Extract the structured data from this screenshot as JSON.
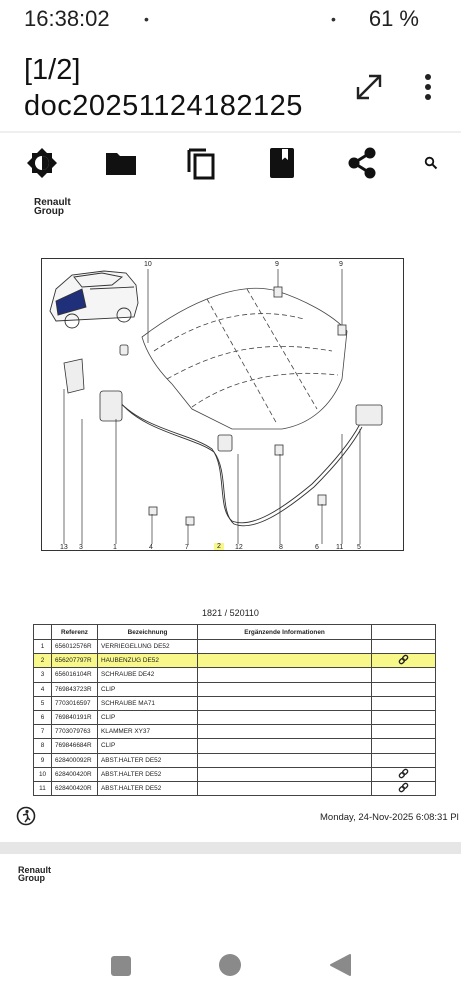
{
  "status_bar": {
    "time": "16:38:02",
    "left_dot": "•",
    "right_dot": "•",
    "battery": "61 %"
  },
  "title": {
    "line1": "[1/2]",
    "line2": "doc20251124182125"
  },
  "toolbar": {
    "icons": [
      "brightness-icon",
      "folder-icon",
      "copy-icon",
      "bookmark-icon",
      "share-icon",
      "search-icon"
    ]
  },
  "document": {
    "logo": {
      "line1": "Renault",
      "line2": "Group"
    },
    "diagram": {
      "callouts_top": [
        "10",
        "9",
        "9"
      ],
      "callouts_bottom": [
        "13",
        "3",
        "1",
        "4",
        "7",
        "2",
        "12",
        "8",
        "6",
        "11",
        "5"
      ]
    },
    "plate": "1821 / 520110",
    "table": {
      "headers": [
        "",
        "Referenz",
        "Bezeichnung",
        "Ergänzende Informationen",
        ""
      ],
      "rows": [
        {
          "n": "1",
          "ref": "656012576R",
          "desc": "VERRIEGELUNG DE52",
          "info": "",
          "link": false,
          "highlight": false
        },
        {
          "n": "2",
          "ref": "656207797R",
          "desc": "HAUBENZUG   DE52",
          "info": "",
          "link": true,
          "highlight": true
        },
        {
          "n": "3",
          "ref": "656016104R",
          "desc": "SCHRAUBE   DE42",
          "info": "",
          "link": false,
          "highlight": false
        },
        {
          "n": "4",
          "ref": "769843723R",
          "desc": "CLIP",
          "info": "",
          "link": false,
          "highlight": false
        },
        {
          "n": "5",
          "ref": "7703016597",
          "desc": "SCHRAUBE   MA71",
          "info": "",
          "link": false,
          "highlight": false
        },
        {
          "n": "6",
          "ref": "769840191R",
          "desc": "CLIP",
          "info": "",
          "link": false,
          "highlight": false
        },
        {
          "n": "7",
          "ref": "7703079763",
          "desc": "KLAMMER   XY37",
          "info": "",
          "link": false,
          "highlight": false
        },
        {
          "n": "8",
          "ref": "769846684R",
          "desc": "CLIP",
          "info": "",
          "link": false,
          "highlight": false
        },
        {
          "n": "9",
          "ref": "628400092R",
          "desc": "ABST.HALTER DE52",
          "info": "",
          "link": false,
          "highlight": false
        },
        {
          "n": "10",
          "ref": "628400420R",
          "desc": "ABST.HALTER DE52",
          "info": "",
          "link": true,
          "highlight": false
        },
        {
          "n": "11",
          "ref": "628400420R",
          "desc": "ABST.HALTER DE52",
          "info": "",
          "link": true,
          "highlight": false
        }
      ]
    },
    "timestamp": "Monday, 24-Nov-2025 6:08:31 Pl"
  },
  "next_page": {
    "logo": {
      "line1": "Renault",
      "line2": "Group"
    }
  },
  "nav_bar": {
    "buttons": [
      "recents-button",
      "home-button",
      "back-button"
    ]
  }
}
